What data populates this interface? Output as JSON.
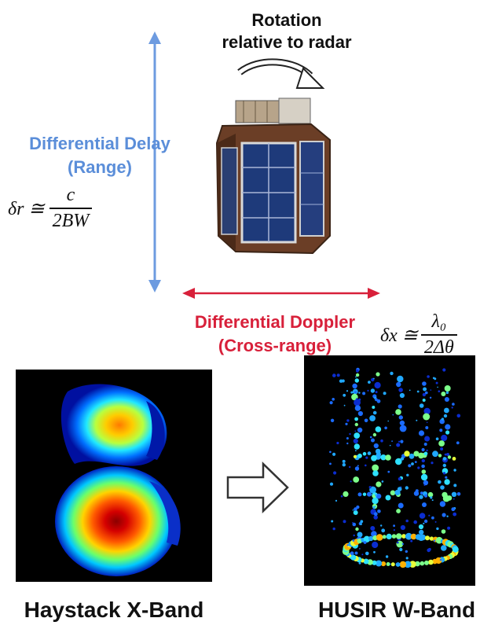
{
  "rotation": {
    "line1": "Rotation",
    "line2": "relative to radar"
  },
  "range_axis": {
    "title_line1": "Differential Delay",
    "title_line2": "(Range)",
    "color": "#5b8ed9",
    "formula": {
      "lhs": "δr ≅",
      "numerator": "c",
      "denominator": "2BW"
    }
  },
  "crossrange_axis": {
    "title_line1": "Differential Doppler",
    "title_line2": "(Cross-range)",
    "color": "#d8203a",
    "formula": {
      "lhs": "δx ≅",
      "numerator": "λ₀",
      "denominator": "2Δθ"
    }
  },
  "images": {
    "left_caption": "Haystack X-Band",
    "right_caption": "HUSIR W-Band"
  }
}
